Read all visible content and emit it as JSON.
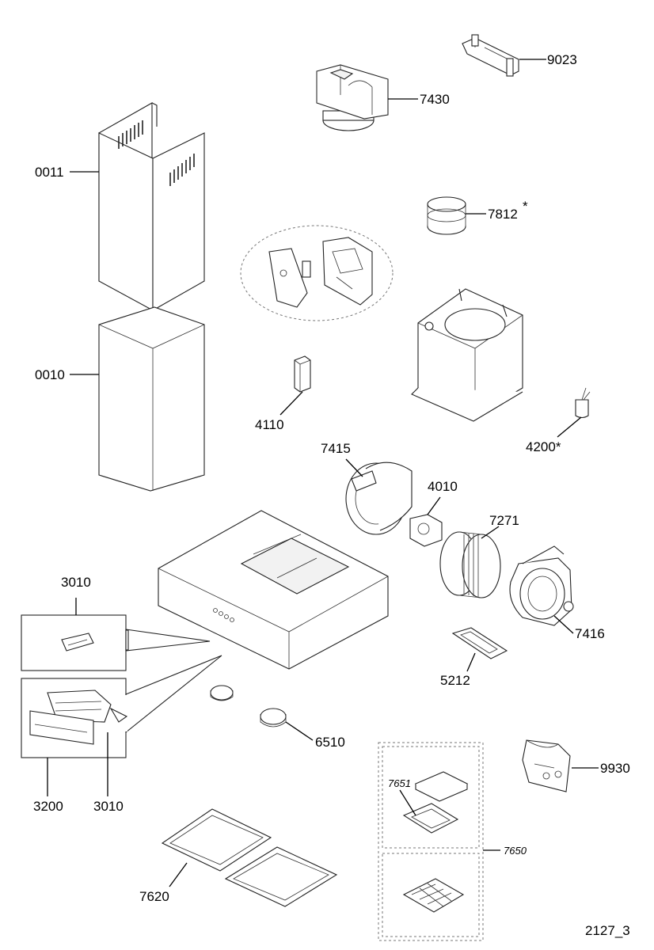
{
  "labels": {
    "l9023": "9023",
    "l7430": "7430",
    "l0011": "0011",
    "l7812": "7812",
    "l7812_star": "*",
    "l0010": "0010",
    "l4110": "4110",
    "l4200": "4200*",
    "l7415": "7415",
    "l4010": "4010",
    "l7271": "7271",
    "l3010_top": "3010",
    "l7416": "7416",
    "l5212": "5212",
    "l6510": "6510",
    "l9930": "9930",
    "l7651": "7651",
    "l7650": "7650",
    "l3200": "3200",
    "l3010_bottom": "3010",
    "l7620": "7620",
    "drawing_id": "2127_3"
  }
}
